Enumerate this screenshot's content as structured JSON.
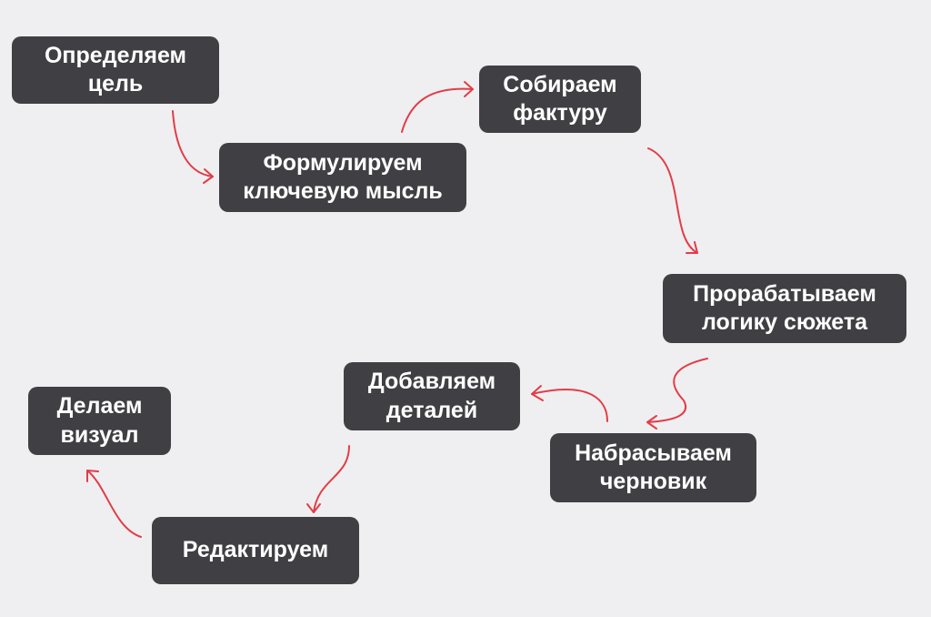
{
  "colors": {
    "background": "#efeff1",
    "box": "#404044",
    "text": "#ffffff",
    "arrow": "#e23d47"
  },
  "steps": [
    {
      "lines": [
        "Определяем",
        "цель"
      ]
    },
    {
      "lines": [
        "Формулируем",
        "ключевую мысль"
      ]
    },
    {
      "lines": [
        "Собираем",
        "фактуру"
      ]
    },
    {
      "lines": [
        "Прорабатываем",
        "логику сюжета"
      ]
    },
    {
      "lines": [
        "Набрасываем",
        "черновик"
      ]
    },
    {
      "lines": [
        "Добавляем",
        "деталей"
      ]
    },
    {
      "lines": [
        "Редактируем"
      ]
    },
    {
      "lines": [
        "Делаем",
        "визуал"
      ]
    }
  ],
  "arrows": [
    {
      "from": 1,
      "to": 2
    },
    {
      "from": 2,
      "to": 3
    },
    {
      "from": 3,
      "to": 4
    },
    {
      "from": 4,
      "to": 5
    },
    {
      "from": 5,
      "to": 6
    },
    {
      "from": 6,
      "to": 7
    },
    {
      "from": 7,
      "to": 8
    }
  ]
}
